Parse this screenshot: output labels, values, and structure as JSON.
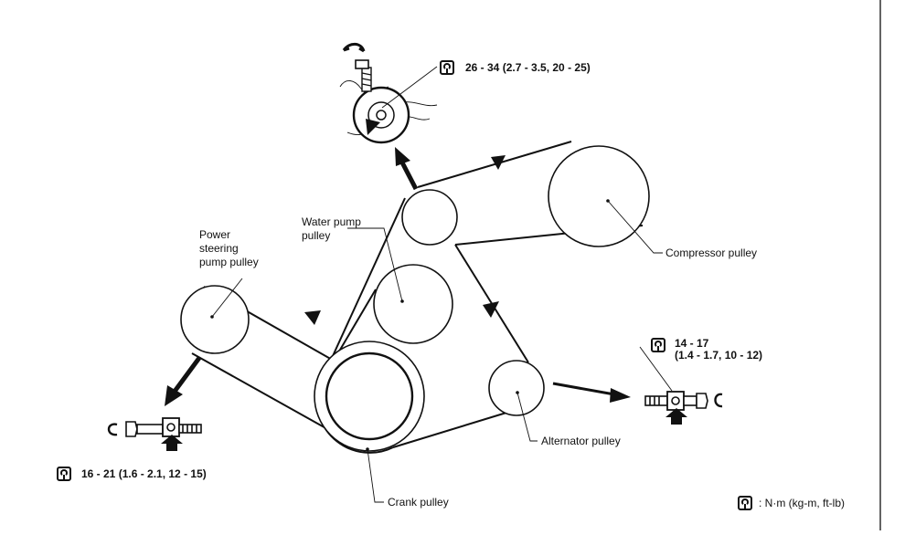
{
  "labels": {
    "water_pump": [
      "Water pump",
      "pulley"
    ],
    "power_steering": [
      "Power",
      "steering",
      "pump pulley"
    ],
    "compressor": "Compressor  pulley",
    "alternator": "Alternator pulley",
    "crank": "Crank pulley"
  },
  "torques": {
    "top": "26 - 34 (2.7 - 3.5, 20 - 25)",
    "right_line1": "14 - 17",
    "right_line2": "(1.4 - 1.7, 10 - 12)",
    "left": "16 - 21 (1.6 - 2.1, 12 - 15)"
  },
  "legend": {
    "text": ": N·m (kg-m, ft-lb)"
  },
  "icons": [
    "torque-wrench-icon",
    "rotation-arrow-icon",
    "bolt-icon",
    "push-arrow-icon"
  ]
}
